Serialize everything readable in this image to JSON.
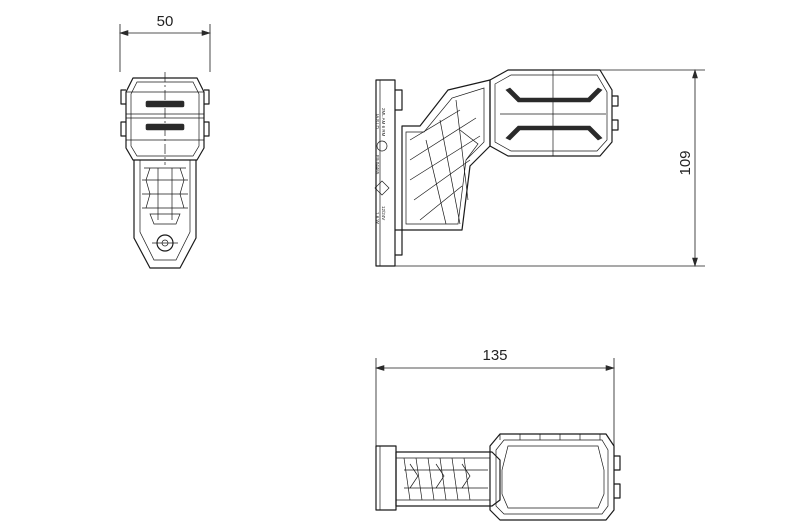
{
  "dimensions": {
    "width_label": "50",
    "height_label": "109",
    "length_label": "135"
  },
  "marking": {
    "line1": "2ML AM 6 RM",
    "line2": "IA 8 LD",
    "line3": "E9 04465",
    "line4": "12/24V",
    "line5": "1.6 W"
  },
  "colors": {
    "line": "#1a1a1a",
    "background": "#ffffff"
  }
}
